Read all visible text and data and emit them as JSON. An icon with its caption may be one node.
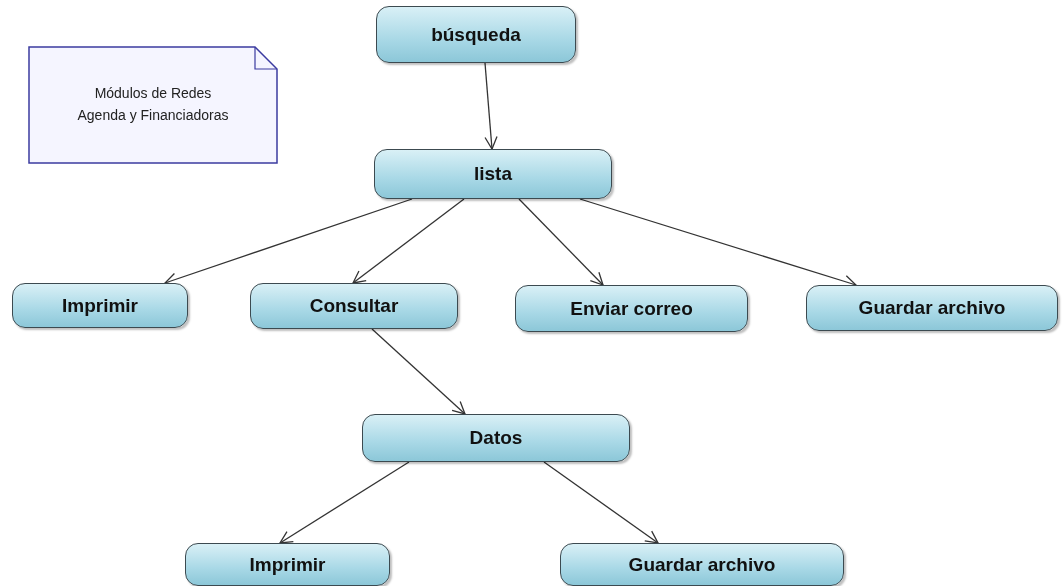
{
  "diagram": {
    "nodes": [
      {
        "text": [
          "Módulos de Redes Agenda y Financiadoras"
        ]
      },
      {
        "text": [
          "búsqueda"
        ]
      },
      {
        "text": [
          "lista"
        ]
      },
      {
        "text": [
          "Imprimir"
        ]
      },
      {
        "text": [
          "Consultar"
        ]
      },
      {
        "text": [
          "Enviar correo"
        ]
      },
      {
        "text": [
          "Guardar archivo"
        ]
      },
      {
        "text": [
          "Datos"
        ]
      },
      {
        "text": [
          "Imprimir"
        ]
      },
      {
        "text": [
          "Guardar archivo"
        ]
      }
    ],
    "edges": [
      {
        "from": 1,
        "to": 2,
        "arrow": "to"
      },
      {
        "from": 2,
        "to": 3,
        "arrow": "to"
      },
      {
        "from": 2,
        "to": 4,
        "arrow": "to"
      },
      {
        "from": 2,
        "to": 5,
        "arrow": "to"
      },
      {
        "from": 2,
        "to": 6,
        "arrow": "to"
      },
      {
        "from": 4,
        "to": 7,
        "arrow": "to"
      },
      {
        "from": 7,
        "to": 8,
        "arrow": "to"
      },
      {
        "from": 7,
        "to": 9,
        "arrow": "to"
      }
    ]
  }
}
